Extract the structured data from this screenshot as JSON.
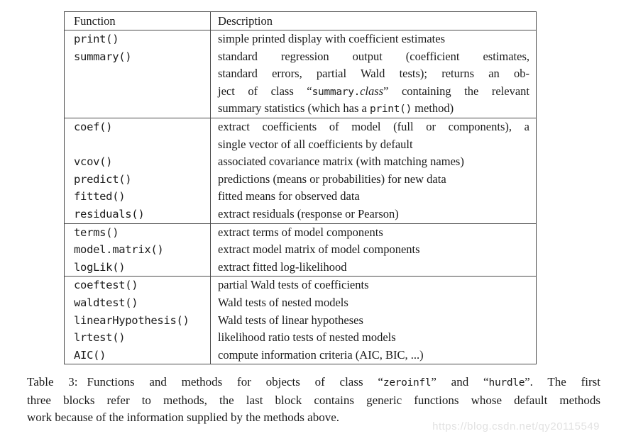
{
  "page": {
    "background": "#ffffff",
    "text_color": "#1b1b1b",
    "border_color": "#4a4a4a"
  },
  "table": {
    "headers": [
      "Function",
      "Description"
    ],
    "blocks": [
      {
        "lines": [
          {
            "fn": "print()",
            "segs": [
              {
                "t": "simple printed display with coefficient estimates"
              }
            ]
          },
          {
            "fn": "summary()",
            "fill": true,
            "segs": [
              {
                "t": "standard regression output (coefficient estimates,"
              }
            ]
          },
          {
            "fn": "",
            "fill": true,
            "segs": [
              {
                "t": "standard errors, partial Wald tests); returns an ob-"
              }
            ]
          },
          {
            "fn": "",
            "fill": true,
            "segs": [
              {
                "t": "ject of class “"
              },
              {
                "t": "summary.",
                "s": "mono"
              },
              {
                "t": "class",
                "s": "it"
              },
              {
                "t": "” containing the relevant"
              }
            ]
          },
          {
            "fn": "",
            "segs": [
              {
                "t": "summary statistics (which has a "
              },
              {
                "t": "print()",
                "s": "mono"
              },
              {
                "t": " method)"
              }
            ]
          }
        ]
      },
      {
        "lines": [
          {
            "fn": "coef()",
            "fill": true,
            "segs": [
              {
                "t": "extract coefficients of model (full or components), a"
              }
            ]
          },
          {
            "fn": "",
            "segs": [
              {
                "t": "single vector of all coefficients by default"
              }
            ]
          },
          {
            "fn": "vcov()",
            "segs": [
              {
                "t": "associated covariance matrix (with matching names)"
              }
            ]
          },
          {
            "fn": "predict()",
            "segs": [
              {
                "t": "predictions (means or probabilities) for new data"
              }
            ]
          },
          {
            "fn": "fitted()",
            "segs": [
              {
                "t": "fitted means for observed data"
              }
            ]
          },
          {
            "fn": "residuals()",
            "segs": [
              {
                "t": "extract residuals (response or Pearson)"
              }
            ]
          }
        ]
      },
      {
        "lines": [
          {
            "fn": "terms()",
            "segs": [
              {
                "t": "extract terms of model components"
              }
            ]
          },
          {
            "fn": "model.matrix()",
            "segs": [
              {
                "t": "extract model matrix of model components"
              }
            ]
          },
          {
            "fn": "logLik()",
            "segs": [
              {
                "t": "extract fitted log-likelihood"
              }
            ]
          }
        ]
      },
      {
        "lines": [
          {
            "fn": "coeftest()",
            "segs": [
              {
                "t": "partial Wald tests of coefficients"
              }
            ]
          },
          {
            "fn": "waldtest()",
            "segs": [
              {
                "t": "Wald tests of nested models"
              }
            ]
          },
          {
            "fn": "linearHypothesis()",
            "segs": [
              {
                "t": "Wald tests of linear hypotheses"
              }
            ]
          },
          {
            "fn": "lrtest()",
            "segs": [
              {
                "t": "likelihood ratio tests of nested models"
              }
            ]
          },
          {
            "fn": "AIC()",
            "segs": [
              {
                "t": "compute information criteria (AIC, BIC, ...)"
              }
            ]
          }
        ]
      }
    ]
  },
  "caption": {
    "lines": [
      {
        "fill": true,
        "segs": [
          {
            "t": "Table 3:",
            "s": "label"
          },
          {
            "t": "Functions and methods for objects of class “"
          },
          {
            "t": "zeroinfl",
            "s": "mono"
          },
          {
            "t": "” and “"
          },
          {
            "t": "hurdle",
            "s": "mono"
          },
          {
            "t": "”. The first"
          }
        ]
      },
      {
        "fill": true,
        "segs": [
          {
            "t": "three blocks refer to methods, the last block contains generic functions whose default methods"
          }
        ]
      },
      {
        "segs": [
          {
            "t": "work because of the information supplied by the methods above."
          }
        ]
      }
    ]
  },
  "watermark": {
    "text": "https://blog.csdn.net/qy20115549",
    "color": "#e2e2e2"
  }
}
